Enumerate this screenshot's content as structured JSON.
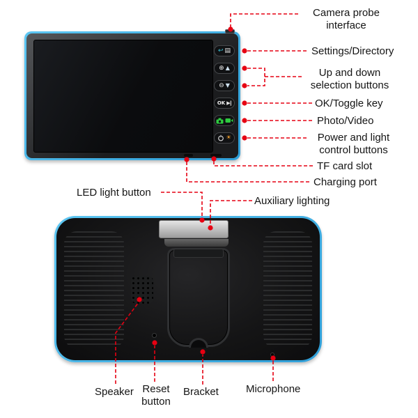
{
  "labels": {
    "camera_probe": "Camera probe interface",
    "settings": "Settings/Directory",
    "up_down": "Up and down selection buttons",
    "ok_toggle": "OK/Toggle key",
    "photo_video": "Photo/Video",
    "power_light": "Power and light control buttons",
    "tf_card": "TF card slot",
    "charging_port": "Charging port",
    "led_light": "LED light button",
    "auxiliary_lighting": "Auxiliary lighting",
    "speaker": "Speaker",
    "reset": "Reset button",
    "bracket": "Bracket",
    "microphone": "Microphone"
  },
  "device": {
    "ok_label": "OK"
  },
  "icons": {
    "return": "↩",
    "directory": "▤",
    "zoom_in": "⊕",
    "up_arrow": "▲",
    "zoom_out": "⊖",
    "down_arrow": "▼",
    "play_pause": "▶‖",
    "light": "☀"
  },
  "colors": {
    "leader_red": "#e60012",
    "device_blue": "#45b4e6",
    "button_green": "#2ecc40",
    "light_orange": "#f0a030",
    "aux_strip_gray": "#c9c9c9",
    "body_black": "#141415"
  }
}
